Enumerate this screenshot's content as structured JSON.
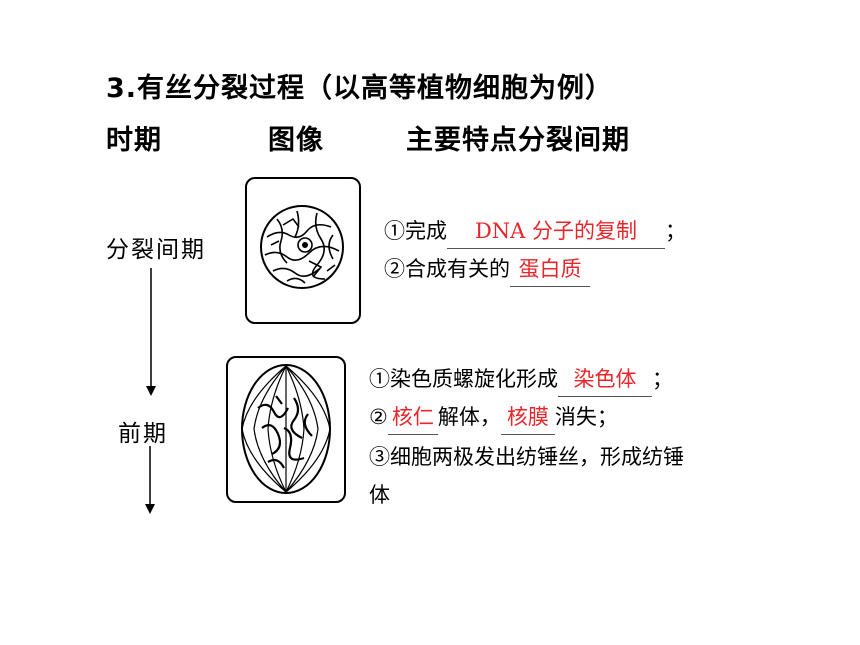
{
  "heading": "3.有丝分裂过程（以高等植物细胞为例）",
  "columns": {
    "period": "时期",
    "image": "图像",
    "features": "主要特点分裂间期"
  },
  "interphase": {
    "label": "分裂间期",
    "line1_prefix": "①完成",
    "line1_answer": "DNA 分子的复制",
    "line1_suffix": "；",
    "line2_prefix": "②合成有关的",
    "line2_answer": "蛋白质"
  },
  "prophase": {
    "label": "前期",
    "line1_prefix": "①染色质螺旋化形成",
    "line1_answer": "染色体",
    "line1_suffix": "；",
    "line2_prefix": "②",
    "line2_answer_a": "核仁",
    "line2_middle": "解体，",
    "line2_answer_b": "核膜",
    "line2_suffix": "消失；",
    "line3": "③细胞两极发出纺锤丝，形成纺锤",
    "line4": "体"
  },
  "colors": {
    "answer": "#e8262b",
    "text": "#000000"
  }
}
